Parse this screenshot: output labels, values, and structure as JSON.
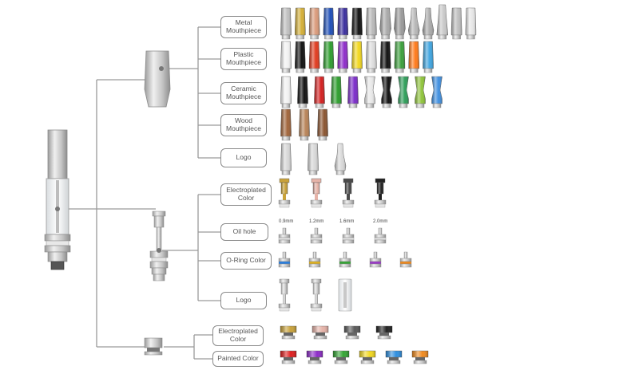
{
  "groups": {
    "mouthpiece": {
      "options": [
        {
          "key": "metal",
          "label": "Metal\nMouthpiece",
          "colors": [
            "#c0c0c0",
            "#d4af37",
            "#d99a7a",
            "#1f4fb8",
            "#3b2f9e",
            "#111111",
            "#b8b8b8",
            "#a9a9a9",
            "#9a9a9a",
            "#b5b5b5",
            "#aaaaaa",
            "#c8c8c8",
            "#bfbfbf",
            "#e6e6e6"
          ],
          "shapes": [
            "cyl",
            "cyl",
            "cyl",
            "cyl",
            "cyl",
            "cyl",
            "cyl",
            "flare",
            "flare",
            "tip",
            "tip",
            "tall",
            "cyl",
            "cyl"
          ]
        },
        {
          "key": "plastic",
          "label": "Plastic\nMouthpiece",
          "colors": [
            "#f2f2f2",
            "#111111",
            "#e03a1e",
            "#2f9e2f",
            "#8e2cc9",
            "#f3d81f",
            "#dddddd",
            "#111111",
            "#3ca03c",
            "#ff7a1a",
            "#3fa5e0"
          ],
          "shapes": [
            "cyl",
            "cyl",
            "cyl",
            "cyl",
            "cyl",
            "cyl",
            "cyl",
            "cyl",
            "cyl",
            "cyl",
            "cyl"
          ]
        },
        {
          "key": "ceramic",
          "label": "Ceramic\nMouthpiece",
          "colors": [
            "#f2f2f2",
            "#111111",
            "#d42020",
            "#2e9e2e",
            "#7b2cc9",
            "#e8e8e8",
            "#111111",
            "#2f9e5a",
            "#8fc43a",
            "#3f8fe0"
          ],
          "shapes": [
            "cyl",
            "cyl",
            "cyl",
            "cyl",
            "cyl",
            "waist",
            "waist",
            "waist",
            "waist",
            "waist"
          ]
        },
        {
          "key": "wood",
          "label": "Wood\nMouthpiece",
          "colors": [
            "#a0643a",
            "#b88458",
            "#8a5430"
          ],
          "shapes": [
            "cyl",
            "cyl",
            "cyl"
          ]
        },
        {
          "key": "logo",
          "label": "Logo",
          "colors": [
            "#d8d8d8",
            "#d8d8d8",
            "#d8d8d8"
          ],
          "shapes": [
            "cyl",
            "cyl",
            "tip"
          ]
        }
      ]
    },
    "body": {
      "options": [
        {
          "key": "electroplated",
          "label": "Electroplated\nColor"
        },
        {
          "key": "oilhole",
          "label": "Oil hole",
          "holes": [
            "0.9mm",
            "1.2mm",
            "1.6mm",
            "2.0mm"
          ]
        },
        {
          "key": "oring",
          "label": "O-Ring Color",
          "colors": [
            "#2a7fe0",
            "#e0b21f",
            "#35a535",
            "#9c3bc9",
            "#f08a1e"
          ]
        },
        {
          "key": "logo",
          "label": "Logo"
        }
      ],
      "electroplated_colors": [
        "#c9a23a",
        "#e6b3a8",
        "#4a4a4a",
        "#222222"
      ]
    },
    "base": {
      "options": [
        {
          "key": "electroplated",
          "label": "Electroplated\nColor",
          "colors": [
            "#c9a23a",
            "#e6b3a8",
            "#5a5a5a",
            "#222222"
          ]
        },
        {
          "key": "painted",
          "label": "Painted Color",
          "colors": [
            "#e01e1e",
            "#8e2cc9",
            "#35a535",
            "#f3d81f",
            "#2f8fe0",
            "#f08a1e"
          ]
        }
      ]
    }
  }
}
